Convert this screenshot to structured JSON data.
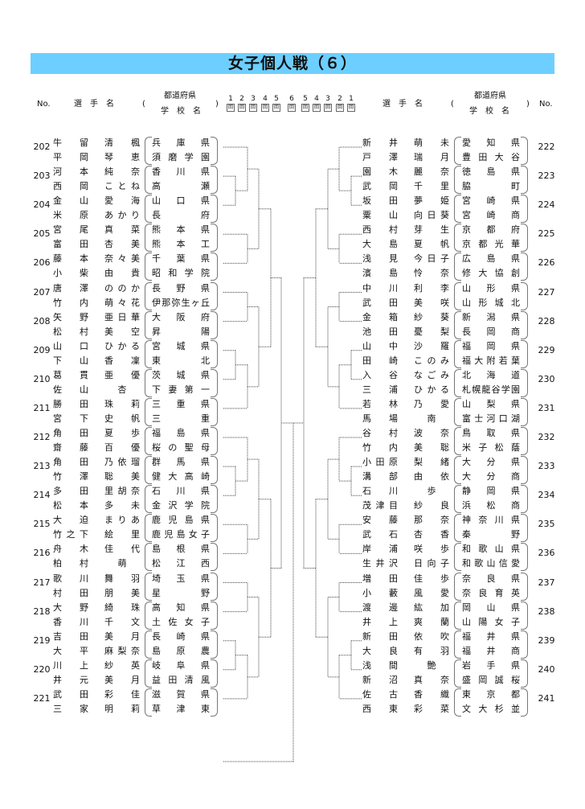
{
  "title": "女子個人戦（６）",
  "accent_color": "#6ccfff",
  "header": {
    "no": "No.",
    "player_name": "選　手　名",
    "prefecture": "都道府県",
    "school": "学　校　名",
    "open_paren": "(",
    "close_paren": ")",
    "rounds_left": [
      "1",
      "2",
      "3",
      "4",
      "5"
    ],
    "round_final": "6",
    "rounds_right": [
      "5",
      "4",
      "3",
      "2",
      "1"
    ],
    "round_suffix": "回"
  },
  "left_entries": [
    {
      "no": "202",
      "players": [
        {
          "family": "牛留",
          "given": "清楓"
        },
        {
          "family": "平岡",
          "given": "琴恵"
        }
      ],
      "prefecture": "兵庫県",
      "school": "須磨学園"
    },
    {
      "no": "203",
      "players": [
        {
          "family": "河本",
          "given": "純奈"
        },
        {
          "family": "西岡",
          "given": "ことね"
        }
      ],
      "prefecture": "香川県",
      "school": "高瀬"
    },
    {
      "no": "204",
      "players": [
        {
          "family": "金山",
          "given": "愛海"
        },
        {
          "family": "米原",
          "given": "あかり"
        }
      ],
      "prefecture": "山口県",
      "school": "長府"
    },
    {
      "no": "205",
      "players": [
        {
          "family": "宮尾",
          "given": "真菜"
        },
        {
          "family": "富田",
          "given": "杏美"
        }
      ],
      "prefecture": "熊本県",
      "school": "熊本工"
    },
    {
      "no": "206",
      "players": [
        {
          "family": "藤本",
          "given": "奈々美"
        },
        {
          "family": "小柴",
          "given": "由貴"
        }
      ],
      "prefecture": "千葉県",
      "school": "昭和学院"
    },
    {
      "no": "207",
      "players": [
        {
          "family": "唐澤",
          "given": "ののか"
        },
        {
          "family": "竹内",
          "given": "萌々花"
        }
      ],
      "prefecture": "長野県",
      "school": "伊那弥生ヶ丘"
    },
    {
      "no": "208",
      "players": [
        {
          "family": "矢野",
          "given": "亜日華"
        },
        {
          "family": "松村",
          "given": "美空"
        }
      ],
      "prefecture": "大阪府",
      "school": "昇陽"
    },
    {
      "no": "209",
      "players": [
        {
          "family": "山口",
          "given": "ひかる"
        },
        {
          "family": "下山",
          "given": "香凜"
        }
      ],
      "prefecture": "宮城県",
      "school": "東北"
    },
    {
      "no": "210",
      "players": [
        {
          "family": "葛貫",
          "given": "亜優"
        },
        {
          "family": "佐山",
          "given": "杏"
        }
      ],
      "prefecture": "茨城県",
      "school": "下妻第一"
    },
    {
      "no": "211",
      "players": [
        {
          "family": "勝田",
          "given": "珠莉"
        },
        {
          "family": "宮下",
          "given": "史帆"
        }
      ],
      "prefecture": "三重県",
      "school": "三重"
    },
    {
      "no": "212",
      "players": [
        {
          "family": "角田",
          "given": "夏歩"
        },
        {
          "family": "齋藤",
          "given": "百優"
        }
      ],
      "prefecture": "福島県",
      "school": "桜の聖母"
    },
    {
      "no": "213",
      "players": [
        {
          "family": "角田",
          "given": "乃依瑠"
        },
        {
          "family": "竹澤",
          "given": "聡美"
        }
      ],
      "prefecture": "群馬県",
      "school": "健大高崎"
    },
    {
      "no": "214",
      "players": [
        {
          "family": "多田",
          "given": "里胡奈"
        },
        {
          "family": "松本",
          "given": "多未"
        }
      ],
      "prefecture": "石川県",
      "school": "金沢学院"
    },
    {
      "no": "215",
      "players": [
        {
          "family": "大迫",
          "given": "まりあ"
        },
        {
          "family": "竹之下",
          "given": "絵里"
        }
      ],
      "prefecture": "鹿児島県",
      "school": "鹿児島女子"
    },
    {
      "no": "216",
      "players": [
        {
          "family": "舟木",
          "given": "佳代"
        },
        {
          "family": "柏村",
          "given": "萌"
        }
      ],
      "prefecture": "島根県",
      "school": "松江西"
    },
    {
      "no": "217",
      "players": [
        {
          "family": "歌川",
          "given": "舞羽"
        },
        {
          "family": "村田",
          "given": "朋美"
        }
      ],
      "prefecture": "埼玉県",
      "school": "星野"
    },
    {
      "no": "218",
      "players": [
        {
          "family": "大野",
          "given": "綺珠"
        },
        {
          "family": "香川",
          "given": "千文"
        }
      ],
      "prefecture": "高知県",
      "school": "土佐女子"
    },
    {
      "no": "219",
      "players": [
        {
          "family": "吉田",
          "given": "美月"
        },
        {
          "family": "大平",
          "given": "麻梨奈"
        }
      ],
      "prefecture": "長崎県",
      "school": "島原農"
    },
    {
      "no": "220",
      "players": [
        {
          "family": "川上",
          "given": "紗英"
        },
        {
          "family": "井元",
          "given": "美月"
        }
      ],
      "prefecture": "岐阜県",
      "school": "益田清風"
    },
    {
      "no": "221",
      "players": [
        {
          "family": "武田",
          "given": "彩佳"
        },
        {
          "family": "三家",
          "given": "明莉"
        }
      ],
      "prefecture": "滋賀県",
      "school": "草津東"
    }
  ],
  "right_entries": [
    {
      "no": "222",
      "players": [
        {
          "family": "新井",
          "given": "萌未"
        },
        {
          "family": "戸澤",
          "given": "瑞月"
        }
      ],
      "prefecture": "愛知県",
      "school": "豊田大谷"
    },
    {
      "no": "223",
      "players": [
        {
          "family": "園木",
          "given": "麗奈"
        },
        {
          "family": "武岡",
          "given": "千里"
        }
      ],
      "prefecture": "徳島県",
      "school": "脇町"
    },
    {
      "no": "224",
      "players": [
        {
          "family": "坂田",
          "given": "夢姫"
        },
        {
          "family": "粟山",
          "given": "向日葵"
        }
      ],
      "prefecture": "宮崎県",
      "school": "宮崎商"
    },
    {
      "no": "225",
      "players": [
        {
          "family": "西村",
          "given": "芽生"
        },
        {
          "family": "大島",
          "given": "夏帆"
        }
      ],
      "prefecture": "京都府",
      "school": "京都光華"
    },
    {
      "no": "226",
      "players": [
        {
          "family": "浅見",
          "given": "今日子"
        },
        {
          "family": "濱島",
          "given": "怜奈"
        }
      ],
      "prefecture": "広島県",
      "school": "修大協創"
    },
    {
      "no": "227",
      "players": [
        {
          "family": "中川",
          "given": "利李"
        },
        {
          "family": "武田",
          "given": "美咲"
        }
      ],
      "prefecture": "山形県",
      "school": "山形城北"
    },
    {
      "no": "228",
      "players": [
        {
          "family": "金箱",
          "given": "紗葵"
        },
        {
          "family": "池田",
          "given": "憂梨"
        }
      ],
      "prefecture": "新潟県",
      "school": "長岡商"
    },
    {
      "no": "229",
      "players": [
        {
          "family": "山中",
          "given": "沙羅"
        },
        {
          "family": "田崎",
          "given": "このみ"
        }
      ],
      "prefecture": "福岡県",
      "school": "福大附若葉"
    },
    {
      "no": "230",
      "players": [
        {
          "family": "入谷",
          "given": "なごみ"
        },
        {
          "family": "三浦",
          "given": "ひかる"
        }
      ],
      "prefecture": "北海道",
      "school": "札幌龍谷学園"
    },
    {
      "no": "231",
      "players": [
        {
          "family": "若林",
          "given": "乃愛"
        },
        {
          "family": "馬場",
          "given": "南"
        }
      ],
      "prefecture": "山梨県",
      "school": "富士河口湖"
    },
    {
      "no": "232",
      "players": [
        {
          "family": "谷村",
          "given": "波奈"
        },
        {
          "family": "竹内",
          "given": "美聡"
        }
      ],
      "prefecture": "鳥取県",
      "school": "米子松蔭"
    },
    {
      "no": "233",
      "players": [
        {
          "family": "小田原",
          "given": "梨緒"
        },
        {
          "family": "溝部",
          "given": "由依"
        }
      ],
      "prefecture": "大分県",
      "school": "大分商"
    },
    {
      "no": "234",
      "players": [
        {
          "family": "石川",
          "given": "歩"
        },
        {
          "family": "茂津目",
          "given": "紗良"
        }
      ],
      "prefecture": "静岡県",
      "school": "浜松商"
    },
    {
      "no": "235",
      "players": [
        {
          "family": "安藤",
          "given": "那奈"
        },
        {
          "family": "武石",
          "given": "杏香"
        }
      ],
      "prefecture": "神奈川県",
      "school": "秦野"
    },
    {
      "no": "236",
      "players": [
        {
          "family": "岸浦",
          "given": "咲歩"
        },
        {
          "family": "生井沢",
          "given": "日向子"
        }
      ],
      "prefecture": "和歌山県",
      "school": "和歌山信愛"
    },
    {
      "no": "237",
      "players": [
        {
          "family": "増田",
          "given": "佳歩"
        },
        {
          "family": "小藪",
          "given": "風愛"
        }
      ],
      "prefecture": "奈良県",
      "school": "奈良育英"
    },
    {
      "no": "238",
      "players": [
        {
          "family": "渡邊",
          "given": "紘加"
        },
        {
          "family": "井上",
          "given": "爽蘭"
        }
      ],
      "prefecture": "岡山県",
      "school": "山陽女子"
    },
    {
      "no": "239",
      "players": [
        {
          "family": "新田",
          "given": "依吹"
        },
        {
          "family": "大良",
          "given": "有羽"
        }
      ],
      "prefecture": "福井県",
      "school": "福井商"
    },
    {
      "no": "240",
      "players": [
        {
          "family": "浅間",
          "given": "艶"
        },
        {
          "family": "新沼",
          "given": "真奈"
        }
      ],
      "prefecture": "岩手県",
      "school": "盛岡誠桜"
    },
    {
      "no": "241",
      "players": [
        {
          "family": "佐古",
          "given": "香織"
        },
        {
          "family": "西東",
          "given": "彩菜"
        }
      ],
      "prefecture": "東京都",
      "school": "文大杉並"
    }
  ]
}
